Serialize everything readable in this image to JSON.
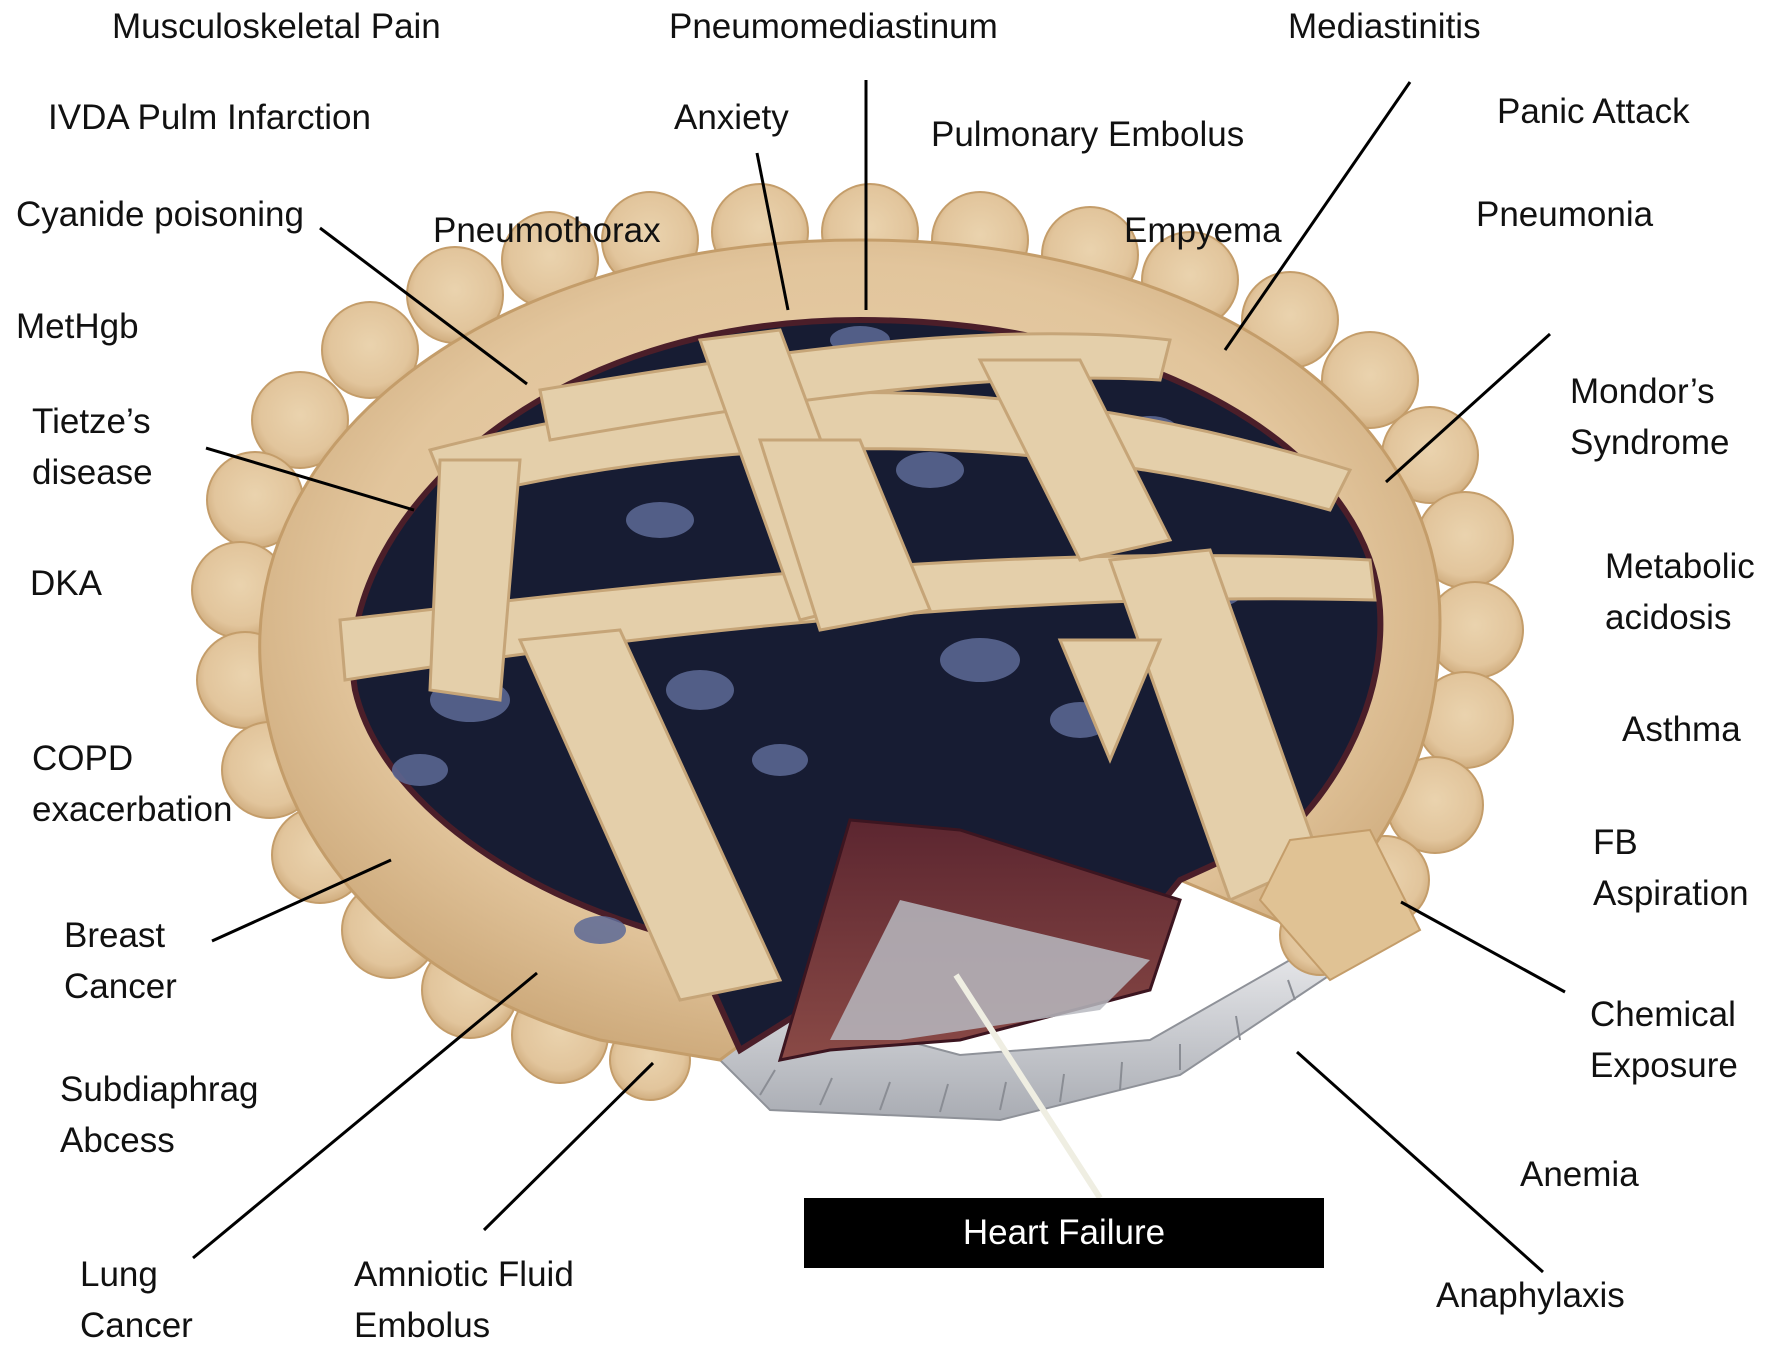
{
  "diagram": {
    "labels": {
      "musculoskeletal_pain": "Musculoskeletal Pain",
      "pneumomediastinum": "Pneumomediastinum",
      "mediastinitis": "Mediastinitis",
      "ivda_pulm_infarction": "IVDA Pulm Infarction",
      "anxiety": "Anxiety",
      "pulmonary_embolus": "Pulmonary Embolus",
      "panic_attack": "Panic Attack",
      "cyanide_poisoning": "Cyanide poisoning",
      "pneumothorax": "Pneumothorax",
      "empyema": "Empyema",
      "pneumonia": "Pneumonia",
      "methgb": "MetHgb",
      "mondors_syndrome_line1": "Mondor’s",
      "mondors_syndrome_line2": "Syndrome",
      "tietzes_disease_line1": "Tietze’s",
      "tietzes_disease_line2": "disease",
      "dka": "DKA",
      "metabolic_acidosis_line1": "Metabolic",
      "metabolic_acidosis_line2": "acidosis",
      "asthma": "Asthma",
      "copd_exacerbation_line1": "COPD",
      "copd_exacerbation_line2": "exacerbation",
      "fb_aspiration_line1": "FB",
      "fb_aspiration_line2": "Aspiration",
      "breast_cancer_line1": "Breast",
      "breast_cancer_line2": "Cancer",
      "chemical_exposure_line1": "Chemical",
      "chemical_exposure_line2": "Exposure",
      "subdiaphrag_abcess_line1": "Subdiaphrag",
      "subdiaphrag_abcess_line2": "Abcess",
      "anemia": "Anemia",
      "lung_cancer_line1": "Lung",
      "lung_cancer_line2": "Cancer",
      "amniotic_fluid_embolus_line1": "Amniotic Fluid",
      "amniotic_fluid_embolus_line2": "Embolus",
      "anaphylaxis": "Anaphylaxis",
      "heart_failure": "Heart Failure"
    },
    "colors": {
      "crust": "#e2c59c",
      "crust_shadow": "#c49d6a",
      "filling": "#171c33",
      "berry_highlight": "#5d6a96",
      "tin": "#c9cbd0",
      "leader_line": "#000000",
      "heart_failure_line": "#efeee2",
      "banner_bg": "#000000",
      "banner_text": "#ffffff"
    }
  }
}
